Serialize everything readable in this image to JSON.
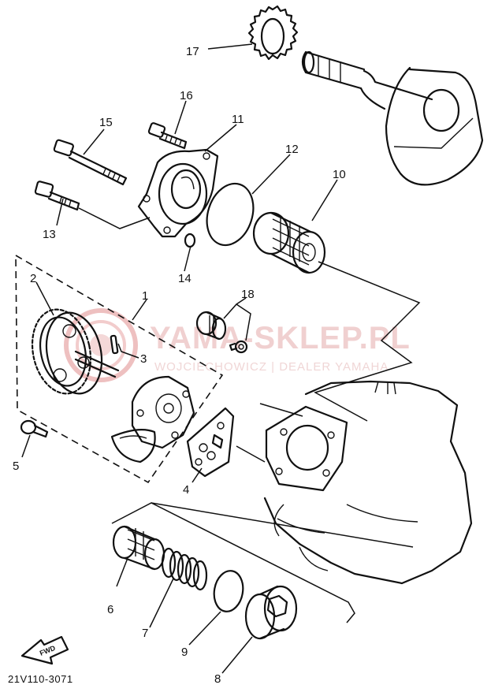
{
  "diagram": {
    "callouts": {
      "c1": "1",
      "c2": "2",
      "c3": "3",
      "c4": "4",
      "c5": "5",
      "c6": "6",
      "c7": "7",
      "c8": "8",
      "c9": "9",
      "c10": "10",
      "c11": "11",
      "c12": "12",
      "c13": "13",
      "c14": "14",
      "c15": "15",
      "c16": "16",
      "c17": "17",
      "c18": "18"
    },
    "direction_marker": "FWD",
    "drawing_code": "21V110-3071"
  },
  "watermark": {
    "brand": "YAMA-SKLEP.PL",
    "dealer_line": "WOJCIECHOWICZ | DEALER YAMAHA",
    "logo_color": "#e8b0b0"
  }
}
